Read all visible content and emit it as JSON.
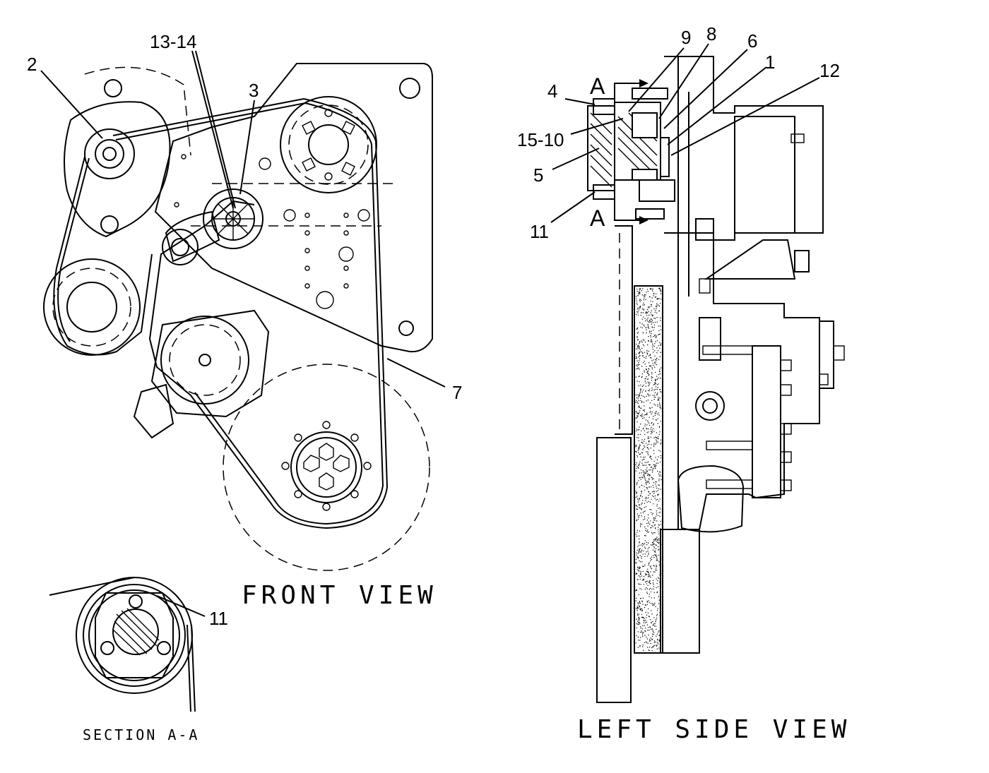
{
  "views": {
    "front_title": "FRONT VIEW",
    "side_title": "LEFT SIDE VIEW",
    "section_title": "SECTION A-A",
    "section_marker": "A"
  },
  "callouts": {
    "c2": "2",
    "c13_14": "13-14",
    "c3": "3",
    "c7": "7",
    "c11_section": "11",
    "c9": "9",
    "c8": "8",
    "c6": "6",
    "c1": "1",
    "c12": "12",
    "c4": "4",
    "c15_10": "15-10",
    "c5": "5",
    "c11_side": "11"
  }
}
